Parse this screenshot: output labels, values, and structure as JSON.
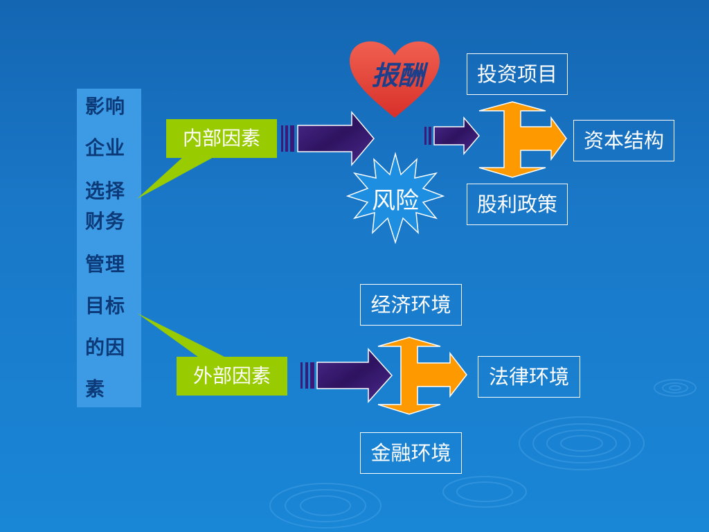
{
  "sidebar": {
    "lines": [
      "影响",
      "企业",
      "选择",
      "财务",
      "管理",
      "目标",
      "的因",
      "素"
    ]
  },
  "internal_label": "内部因素",
  "external_label": "外部因素",
  "heart_label": "报酬",
  "star_label": "风险",
  "internal_targets": {
    "top": "投资项目",
    "right": "资本结构",
    "bottom": "股利政策"
  },
  "external_targets": {
    "top": "经济环境",
    "right": "法律环境",
    "bottom": "金融环境"
  },
  "colors": {
    "background": "#1a78c8",
    "sidebar": "#3d9be6",
    "callout": "#99cc00",
    "arrow_purple": "#3a1a78",
    "branch_orange": "#ff9900",
    "heart": "#e8483c",
    "star": "#1e8ee0"
  }
}
